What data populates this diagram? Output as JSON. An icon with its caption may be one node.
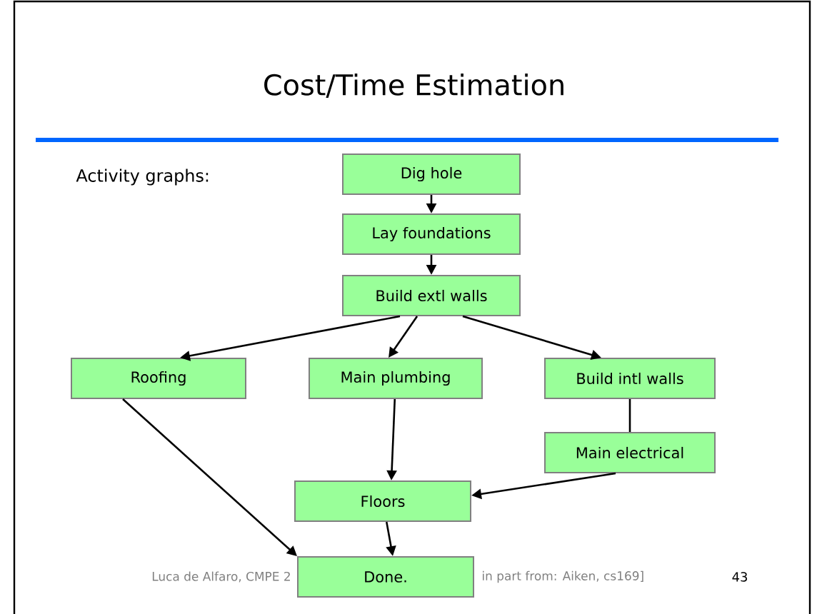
{
  "diagram": {
    "title": "Cost/Time Estimation",
    "nodes": [
      {
        "text": [
          "Dig hole"
        ]
      },
      {
        "text": [
          "Lay foundations"
        ]
      },
      {
        "text": [
          "Build extl walls"
        ]
      },
      {
        "text": [
          "Roofing"
        ]
      },
      {
        "text": [
          "Main plumbing"
        ]
      },
      {
        "text": [
          "Build intl walls"
        ]
      },
      {
        "text": [
          "Main electrical"
        ]
      },
      {
        "text": [
          "Floors"
        ]
      },
      {
        "text": [
          "Done."
        ]
      }
    ],
    "edges": [
      {
        "from": 0,
        "to": 1,
        "arrow": "to"
      },
      {
        "from": 1,
        "to": 2,
        "arrow": "to"
      },
      {
        "from": 2,
        "to": 3,
        "arrow": "to"
      },
      {
        "from": 2,
        "to": 4,
        "arrow": "to"
      },
      {
        "from": 2,
        "to": 5,
        "arrow": "to"
      },
      {
        "from": 3,
        "to": 8,
        "arrow": "to"
      },
      {
        "from": 4,
        "to": 7,
        "arrow": "to"
      },
      {
        "from": 5,
        "to": 6,
        "arrow": "none"
      },
      {
        "from": 6,
        "to": 7,
        "arrow": "to"
      },
      {
        "from": 7,
        "to": 8,
        "arrow": "to"
      }
    ],
    "labels": [
      "Activity graphs:",
      "Luca de Alfaro, CMPE 2",
      "in part from: Aiken, cs169]",
      "43"
    ]
  }
}
